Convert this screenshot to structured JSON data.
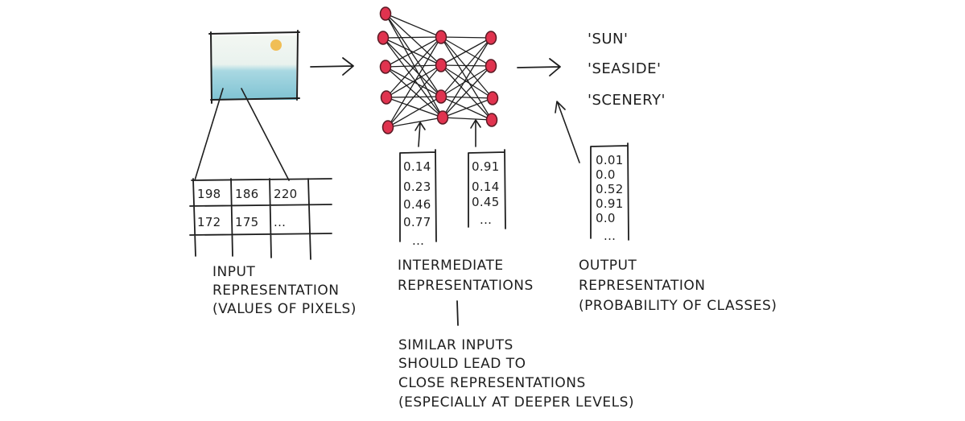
{
  "colors": {
    "ink": "#1e1e1e",
    "node_fill": "#e0334f",
    "node_stroke": "#5a1a24",
    "sky": "#e8f2ef",
    "sea": "#8ccbd8",
    "sun": "#f0b43a"
  },
  "input": {
    "label_lines": [
      "INPUT",
      "REPRESENTATION",
      "(VALUES OF PIXELS)"
    ],
    "grid_row1": [
      "198",
      "186",
      "220"
    ],
    "grid_row2": [
      "172",
      "175",
      "..."
    ]
  },
  "intermediate": {
    "label_lines": [
      "INTERMEDIATE",
      "REPRESENTATIONS"
    ],
    "vector1": [
      "0.14",
      "0.23",
      "0.46",
      "0.77",
      "..."
    ],
    "vector2": [
      "0.91",
      "0.14",
      "0.45",
      "..."
    ],
    "note_lines": [
      "SIMILAR INPUTS",
      "SHOULD LEAD TO",
      "CLOSE REPRESENTATIONS",
      "(ESPECIALLY AT DEEPER LEVELS)"
    ]
  },
  "output": {
    "label_lines": [
      "OUTPUT",
      "REPRESENTATION",
      "(PROBABILITY OF CLASSES)"
    ],
    "vector": [
      "0.01",
      "0.0",
      "0.52",
      "0.91",
      "0.0",
      "..."
    ],
    "classes": [
      "'SUN'",
      "'SEASIDE'",
      "'SCENERY'"
    ]
  },
  "network": {
    "layer_sizes": [
      5,
      4,
      4
    ]
  }
}
